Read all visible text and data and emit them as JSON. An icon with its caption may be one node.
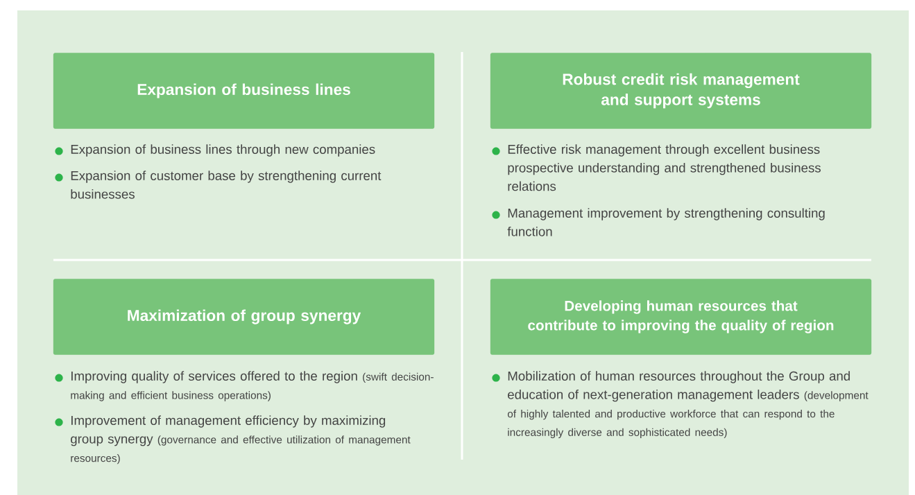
{
  "diagram": {
    "nodes": [
      {
        "text": [
          "Expansion of business lines"
        ]
      },
      {
        "text": [
          "Robust credit risk management and support systems"
        ]
      },
      {
        "text": [
          "Maximization of group synergy"
        ]
      },
      {
        "text": [
          "Developing human resources that contribute to improving the quality of region"
        ]
      }
    ],
    "labels": [
      "Expansion of business lines through new companies",
      "Expansion of customer base by strengthening current businesses",
      "Effective risk management through excellent business prospective understanding and strengthened business relations",
      "Management improvement by strengthening consulting function",
      "Improving quality of services offered to the region",
      "(swift decision-making and efficient business operations)",
      "Improvement of management efficiency by maximizing group synergy",
      "(governance and effective utilization of management resources)",
      "Mobilization of human resources throughout the Group and education of next-generation management leaders",
      "(development of highly talented and productive workforce that can respond to the increasingly diverse and sophisticated needs)"
    ]
  }
}
